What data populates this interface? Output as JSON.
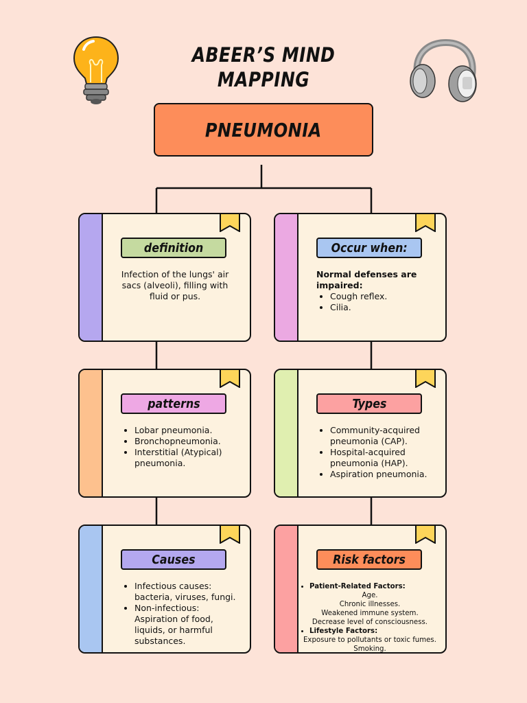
{
  "title_lines": [
    "ABEER’S MIND",
    "MAPPING"
  ],
  "main_topic": "PNEUMONIA",
  "colors": {
    "background": "#fde3d8",
    "main": "#fd8d5a",
    "card_bg": "#fdf2df",
    "ribbon": "#fdd55a"
  },
  "icons": [
    "lightbulb-icon",
    "headphones-icon",
    "bookmark-ribbon-icon"
  ],
  "cards": {
    "definition": {
      "label": "definition",
      "strip_color": "#b5a7ef",
      "label_color": "#c5daa0",
      "text": "Infection of the lungs' air sacs (alveoli), filling with fluid or pus."
    },
    "occur": {
      "label": "Occur when:",
      "strip_color": "#eba9e2",
      "label_color": "#a9c6f1",
      "intro": "Normal defenses are impaired:",
      "items": [
        "Cough reflex.",
        "Cilia."
      ]
    },
    "patterns": {
      "label": "patterns",
      "strip_color": "#fdc18e",
      "label_color": "#eea8e4",
      "items": [
        "Lobar pneumonia.",
        "Bronchopneumonia.",
        "Interstitial (Atypical) pneumonia."
      ]
    },
    "types": {
      "label": "Types",
      "strip_color": "#e0efb0",
      "label_color": "#fca1a1",
      "items": [
        "Community-acquired pneumonia (CAP).",
        "Hospital-acquired pneumonia (HAP).",
        "Aspiration pneumonia."
      ]
    },
    "causes": {
      "label": "Causes",
      "strip_color": "#a9c6f1",
      "label_color": "#b4a8ef",
      "items": [
        "Infectious causes: bacteria, viruses, fungi.",
        "Non-infectious: Aspiration of food, liquids, or harmful substances."
      ]
    },
    "risk": {
      "label": "Risk factors",
      "strip_color": "#fca1a1",
      "label_color": "#fd8d5a",
      "group1_title": "Patient-Related Factors:",
      "group1_items": [
        "Age.",
        "Chronic illnesses.",
        "Weakened immune system.",
        "Decrease level of consciousness."
      ],
      "group2_title": "Lifestyle Factors:",
      "group2_items": [
        "Exposure to pollutants or toxic fumes.",
        "Smoking."
      ]
    }
  }
}
